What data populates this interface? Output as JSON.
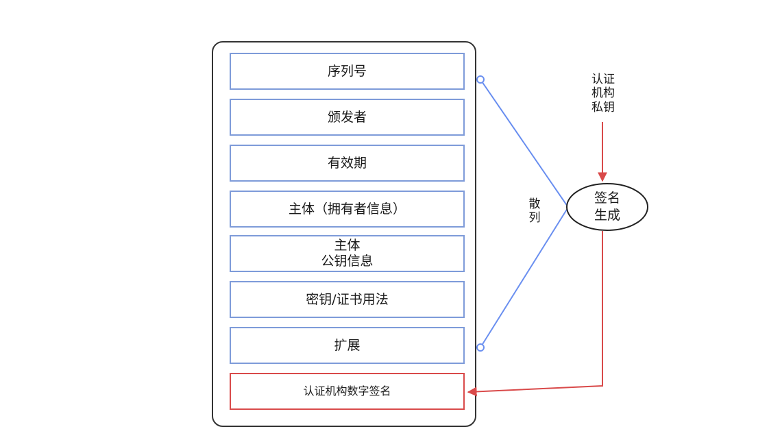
{
  "fields": [
    "序列号",
    "颁发者",
    "有效期",
    "主体（拥有者信息）",
    "主体\n公钥信息",
    "密钥/证书用法",
    "扩展"
  ],
  "signature_field": "认证机构数字签名",
  "hash_label": [
    "散",
    "列"
  ],
  "ca_private_key_label": [
    "认证",
    "机构",
    "私钥"
  ],
  "signature_generation": [
    "签名",
    "生成"
  ],
  "colors": {
    "field_border": "#7e9bd9",
    "hash_line": "#6a8ff0",
    "signature_flow": "#d94a4a",
    "container_border": "#333333"
  }
}
